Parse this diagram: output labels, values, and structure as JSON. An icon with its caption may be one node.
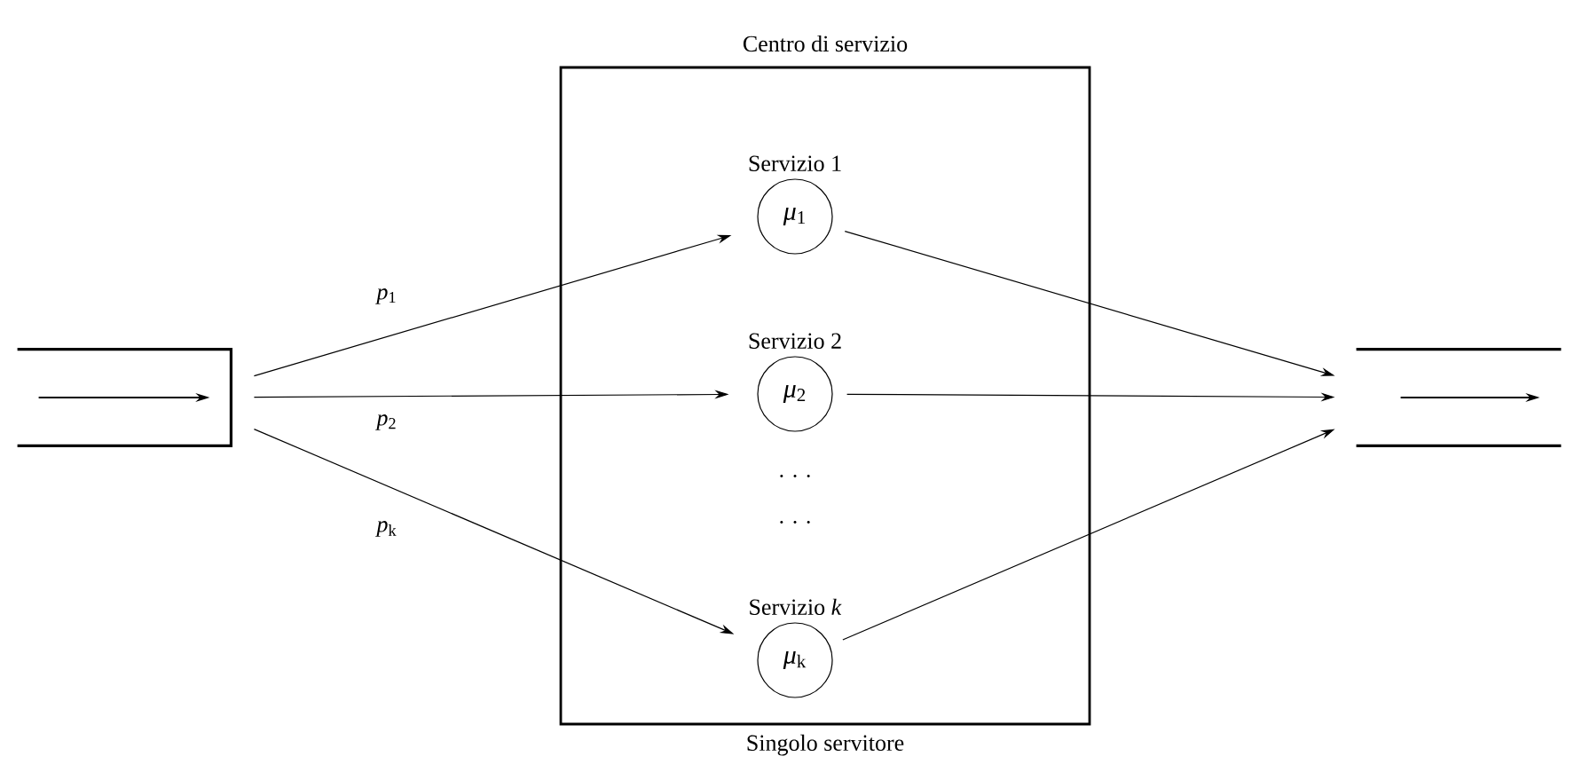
{
  "diagram": {
    "nodes": [
      {
        "text": [],
        "shape": "box"
      },
      {
        "text": [
          "Centro di servizio",
          "Singolo servitore"
        ]
      },
      {
        "text": [
          "Servizio 1",
          "*μ*$_{1}$"
        ],
        "in": 1
      },
      {
        "text": [
          "Servizio 2",
          "*μ*$_{2}$"
        ],
        "in": 1
      },
      {
        "text": [
          "Servizio *k*",
          "*μ*$_{k}$"
        ],
        "in": 1
      },
      {
        "text": [],
        "shape": "box"
      }
    ],
    "edges": [
      {
        "from": 0,
        "to": 2,
        "arrow": "to",
        "label": "*p*$_{1}$"
      },
      {
        "from": 0,
        "to": 3,
        "arrow": "to",
        "label": "*p*$_{2}$"
      },
      {
        "from": 0,
        "to": 4,
        "arrow": "to",
        "label": "*p*$_{k}$"
      },
      {
        "from": 2,
        "to": 5,
        "arrow": "to"
      },
      {
        "from": 3,
        "to": 5,
        "arrow": "to"
      },
      {
        "from": 4,
        "to": 5,
        "arrow": "to"
      }
    ],
    "labels": [
      "· · ·",
      "· · ·"
    ]
  }
}
